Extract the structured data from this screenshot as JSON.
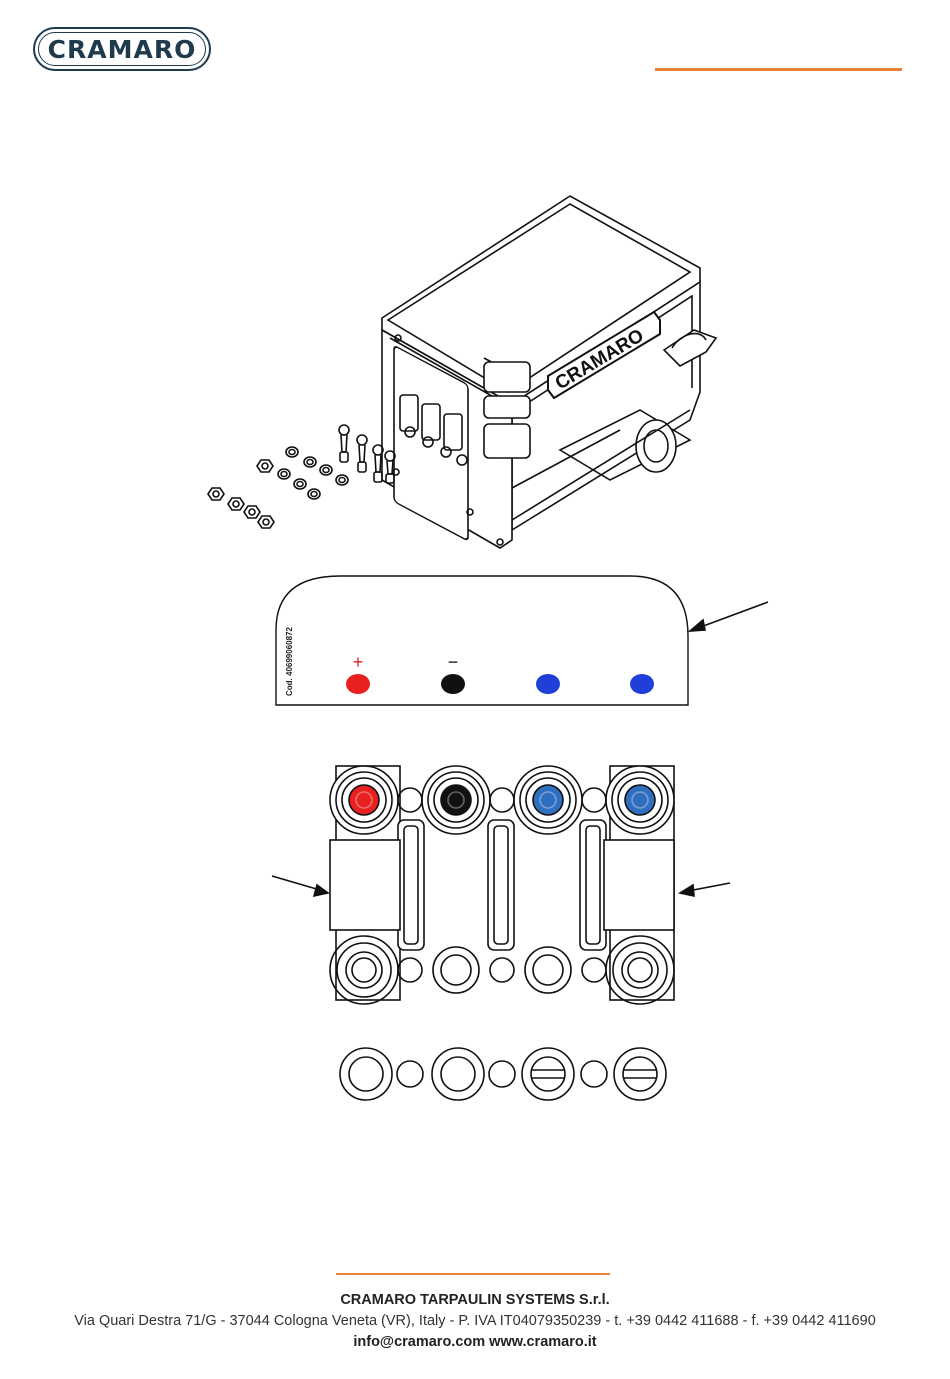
{
  "header": {
    "logo_text": "CRAMARO",
    "accent_color": "#e8823a",
    "brand_color": "#1f3a4d"
  },
  "illustration": {
    "housing_brand": "CRAMARO",
    "label_code": "Cod. 40699060872",
    "plus_sign": "+",
    "minus_sign": "−",
    "terminal_colors": [
      "#e82020",
      "#111111",
      "#1f3fd8",
      "#1f3fd8"
    ],
    "connector_colors": [
      "#e82020",
      "#111111",
      "#2f6fc0",
      "#2f6fc0"
    ]
  },
  "footer": {
    "company": "CRAMARO TARPAULIN SYSTEMS S.r.l.",
    "address": "Via Quari Destra 71/G - 37044 Cologna Veneta (VR), Italy - P. IVA IT04079350239 - t. +39 0442 411688 - f. +39 0442 411690",
    "contacts": "info@cramaro.com www.cramaro.it"
  }
}
